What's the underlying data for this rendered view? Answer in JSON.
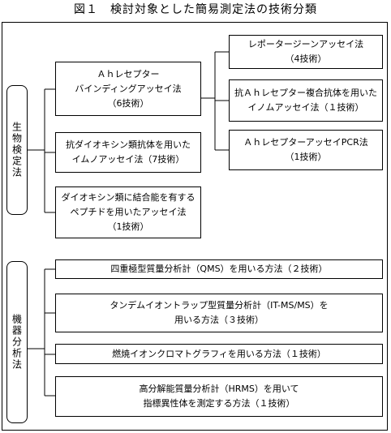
{
  "title": "図１　検討対象とした簡易測定法の技術分類",
  "groups": {
    "bio": "生物検定法",
    "instrument": "機器分析法"
  },
  "bio_methods": [
    {
      "lines": [
        "Ａｈレセプター",
        "バインディングアッセイ法",
        "（6技術）"
      ]
    },
    {
      "lines": [
        "抗ダイオキシン類抗体を用いた",
        "イムノアッセイ法（7技術）"
      ]
    },
    {
      "lines": [
        "ダイオキシン類に結合能を有する",
        "ペプチドを用いたアッセイ法",
        "（1技術）"
      ]
    }
  ],
  "ah_sub": [
    {
      "lines": [
        "レポータージーンアッセイ法",
        "（4技術）"
      ]
    },
    {
      "lines": [
        "抗Ａｈレセプター複合抗体を用いた",
        "イノムアッセイ法（１技術）"
      ]
    },
    {
      "lines": [
        "ＡｈレセプターアッセイPCR法",
        "（1技術）"
      ]
    }
  ],
  "instrument_methods": [
    {
      "lines": [
        "四重極型質量分析計（QMS）を用いる方法（２技術）"
      ]
    },
    {
      "lines": [
        "タンデムイオントラップ型質量分析計（IT-MS/MS）を",
        "用いる方法（３技術）"
      ]
    },
    {
      "lines": [
        "燃焼イオンクロマトグラフィを用いる方法（１技術）"
      ]
    },
    {
      "lines": [
        "高分解能質量分析計（HRMS）を用いて",
        "指標異性体を測定する方法（１技術）"
      ]
    }
  ]
}
